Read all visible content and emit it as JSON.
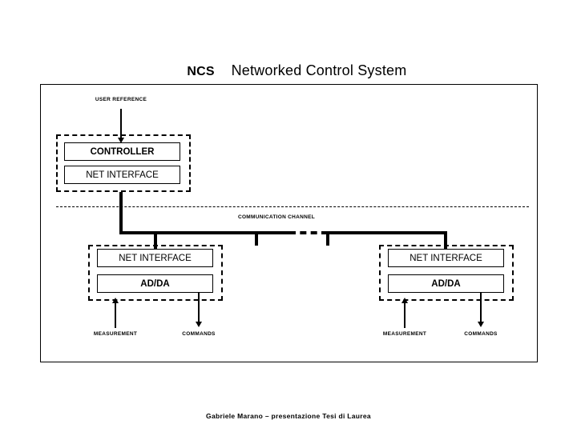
{
  "slide": {
    "title": {
      "acronym": "NCS",
      "gap": "    ",
      "expansion": "Networked Control System",
      "full": "NCS    Networked Control System"
    },
    "footer": "Gabriele Marano  –  presentazione Tesi di Laurea"
  },
  "diagram": {
    "type": "block-diagram",
    "groups": [
      {
        "id": "controller-node",
        "style": "dashed-group",
        "blocks": [
          {
            "id": "controller",
            "label": "CONTROLLER",
            "bold": true
          },
          {
            "id": "controller-net-interface",
            "label": "NET INTERFACE",
            "bold": false
          }
        ]
      },
      {
        "id": "left-plant-node",
        "style": "dashed-group",
        "blocks": [
          {
            "id": "left-net-interface",
            "label": "NET INTERFACE",
            "bold": false
          },
          {
            "id": "left-adda",
            "label": "AD/DA",
            "bold": true
          }
        ]
      },
      {
        "id": "right-plant-node",
        "style": "dashed-group",
        "blocks": [
          {
            "id": "right-net-interface",
            "label": "NET INTERFACE",
            "bold": false
          },
          {
            "id": "right-adda",
            "label": "AD/DA",
            "bold": true
          }
        ]
      }
    ],
    "labels": {
      "user_reference": "USER REFERENCE",
      "communication_channel": "COMMUNICATION CHANNEL",
      "measurement_left": "MEASUREMENT",
      "commands_left": "COMMANDS",
      "measurement_right": "MEASUREMENT",
      "commands_right": "COMMANDS"
    },
    "colors": {
      "ink": "#000000",
      "background": "#ffffff"
    }
  }
}
